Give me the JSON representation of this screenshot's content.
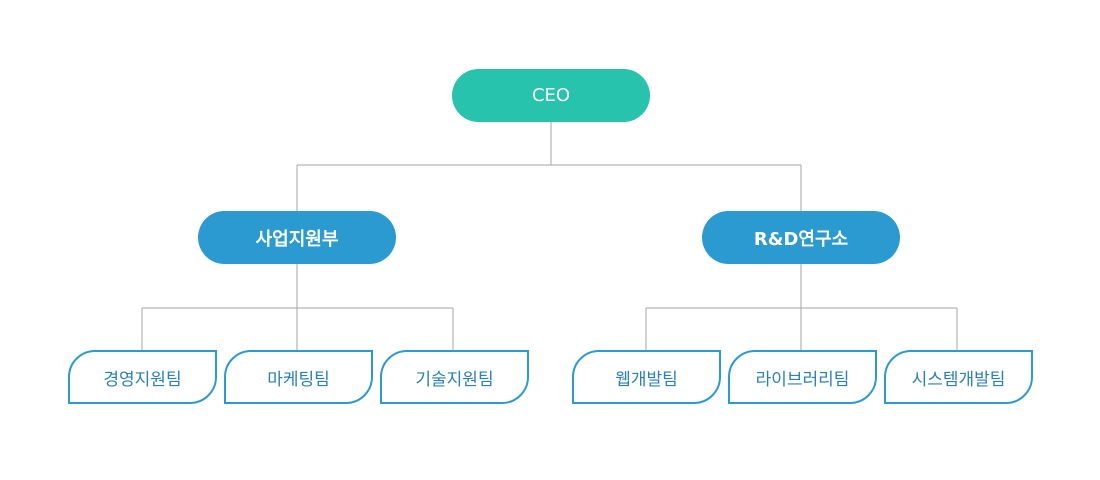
{
  "ceo": {
    "label": "CEO"
  },
  "departments": [
    {
      "label": "사업지원부",
      "teams": [
        "경영지원팀",
        "마케팅팀",
        "기술지원팀"
      ]
    },
    {
      "label": "R&D연구소",
      "teams": [
        "웹개발팀",
        "라이브러리팀",
        "시스템개발팀"
      ]
    }
  ],
  "colors": {
    "ceo": "#27c3ac",
    "department": "#2b9ad0",
    "team_border": "#2b9ad0",
    "team_text": "#2b7fb6",
    "connector": "#a6a6a6"
  }
}
